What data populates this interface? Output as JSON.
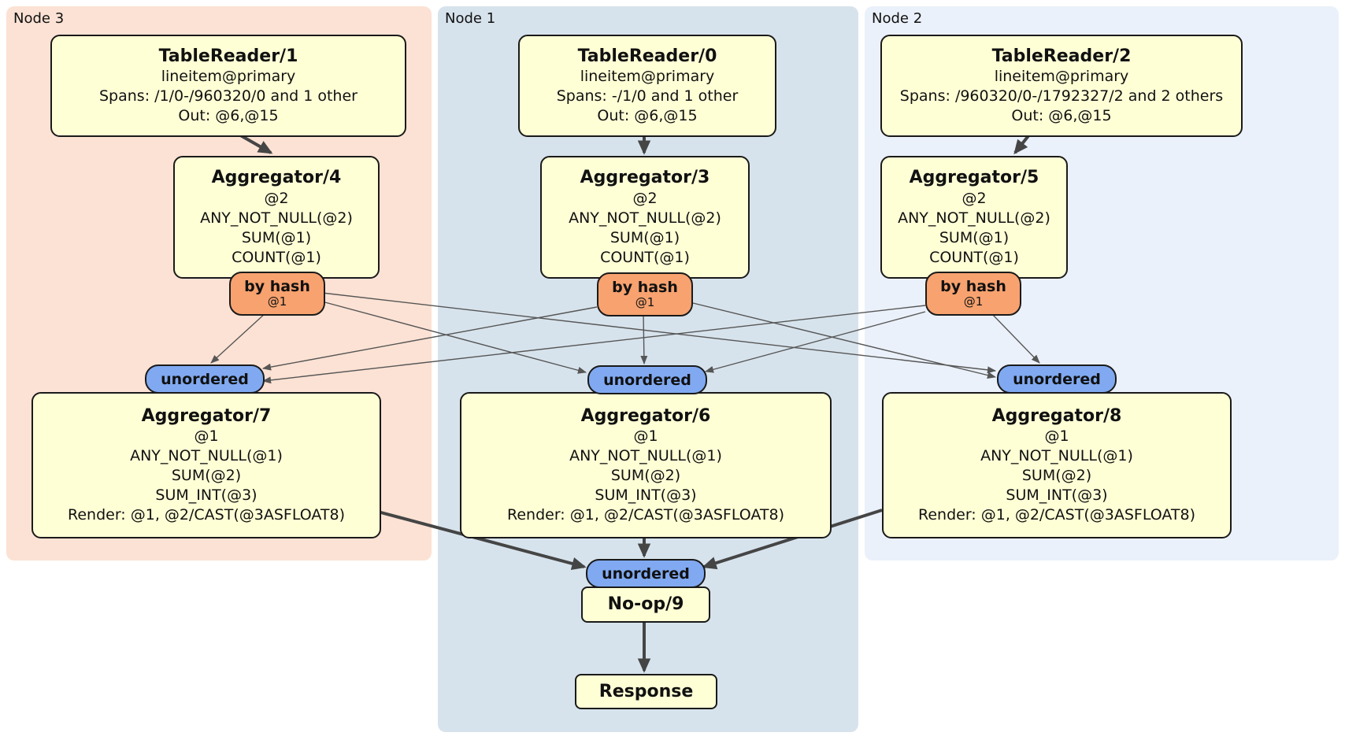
{
  "diagram": {
    "regions": {
      "node3": {
        "label": "Node 3",
        "color": "#fce2d4"
      },
      "node1": {
        "label": "Node 1",
        "color": "#d7e3ec"
      },
      "node2": {
        "label": "Node 2",
        "color": "#ebf1fa"
      }
    },
    "palette": {
      "processor_fill": "#ffffd6",
      "hash_router_fill": "#f7a26f",
      "stream_fill": "#80a9f1",
      "edge_color": "#4a4a4a"
    },
    "processors": {
      "tr1": {
        "title": "TableReader/1",
        "line1": "lineitem@primary",
        "line2": "Spans: /1/0-/960320/0 and 1 other",
        "line3": "Out: @6,@15"
      },
      "tr0": {
        "title": "TableReader/0",
        "line1": "lineitem@primary",
        "line2": "Spans: -/1/0 and 1 other",
        "line3": "Out: @6,@15"
      },
      "tr2": {
        "title": "TableReader/2",
        "line1": "lineitem@primary",
        "line2": "Spans: /960320/0-/1792327/2 and 2 others",
        "line3": "Out: @6,@15"
      },
      "agg4": {
        "title": "Aggregator/4",
        "line1": "@2",
        "line2": "ANY_NOT_NULL(@2)",
        "line3": "SUM(@1)",
        "line4": "COUNT(@1)"
      },
      "agg3": {
        "title": "Aggregator/3",
        "line1": "@2",
        "line2": "ANY_NOT_NULL(@2)",
        "line3": "SUM(@1)",
        "line4": "COUNT(@1)"
      },
      "agg5": {
        "title": "Aggregator/5",
        "line1": "@2",
        "line2": "ANY_NOT_NULL(@2)",
        "line3": "SUM(@1)",
        "line4": "COUNT(@1)"
      },
      "agg7": {
        "title": "Aggregator/7",
        "line1": "@1",
        "line2": "ANY_NOT_NULL(@1)",
        "line3": "SUM(@2)",
        "line4": "SUM_INT(@3)",
        "line5": "Render: @1, @2/CAST(@3ASFLOAT8)"
      },
      "agg6": {
        "title": "Aggregator/6",
        "line1": "@1",
        "line2": "ANY_NOT_NULL(@1)",
        "line3": "SUM(@2)",
        "line4": "SUM_INT(@3)",
        "line5": "Render: @1, @2/CAST(@3ASFLOAT8)"
      },
      "agg8": {
        "title": "Aggregator/8",
        "line1": "@1",
        "line2": "ANY_NOT_NULL(@1)",
        "line3": "SUM(@2)",
        "line4": "SUM_INT(@3)",
        "line5": "Render: @1, @2/CAST(@3ASFLOAT8)"
      },
      "noop": {
        "title": "No-op/9"
      },
      "response": {
        "title": "Response"
      }
    },
    "router": {
      "label": "by hash",
      "detail": "@1"
    },
    "stream": {
      "label": "unordered"
    }
  }
}
